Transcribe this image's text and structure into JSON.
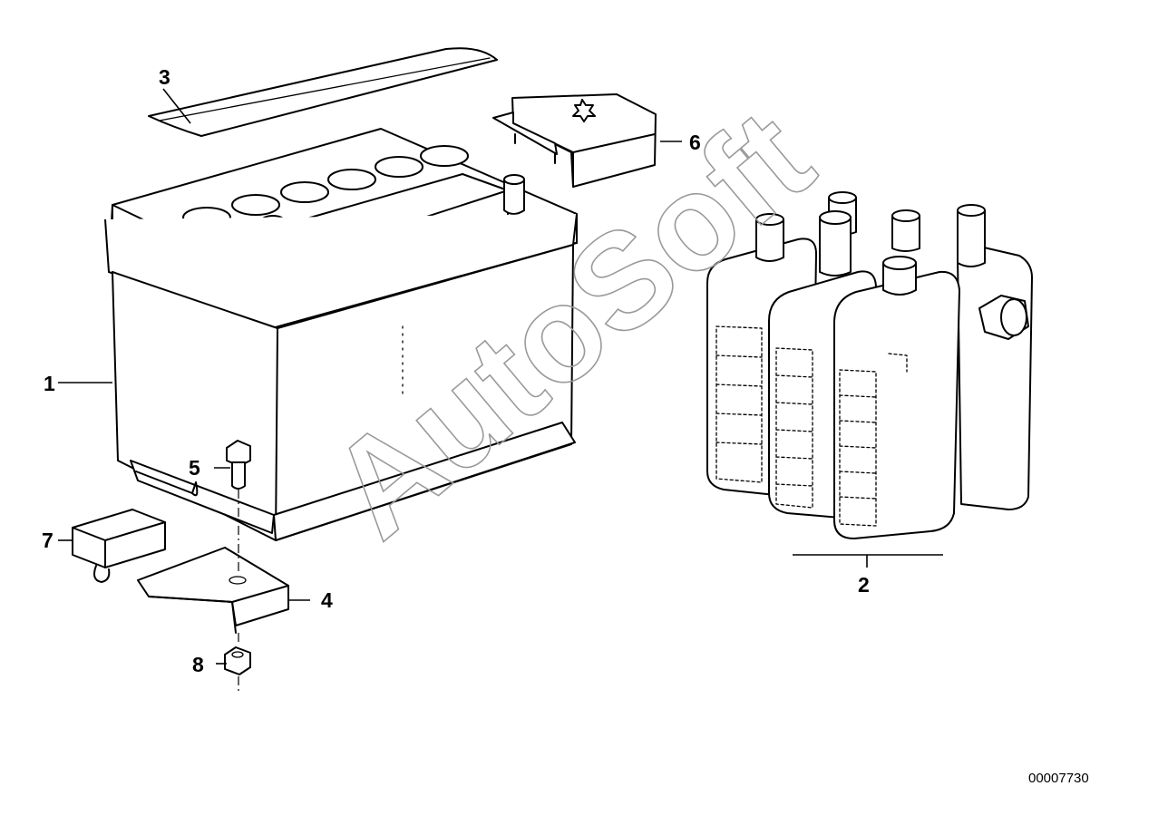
{
  "callouts": {
    "battery": "1",
    "distilled_water_bottles": "2",
    "battery_top_cover": "3",
    "hold_down_bracket": "4",
    "bracket_bolt": "5",
    "terminal_cover_plus": "6",
    "terminal_cover_block": "7",
    "bracket_nut": "8"
  },
  "watermark": "AutoSoft",
  "reference_number": "00007730"
}
